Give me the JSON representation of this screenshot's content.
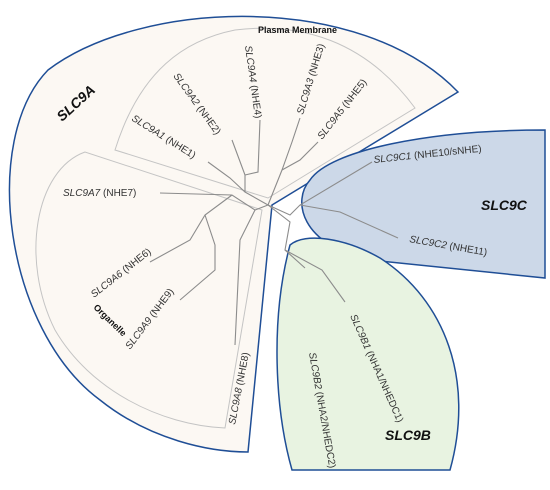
{
  "clades": {
    "slc9a": {
      "label": "SLC9A",
      "fill": "#fcf8f3",
      "stroke": "#1f4e96"
    },
    "slc9b": {
      "label": "SLC9B",
      "fill": "#e8f3e1",
      "stroke": "#1f4e96"
    },
    "slc9c": {
      "label": "SLC9C",
      "fill": "#ccd8e8",
      "stroke": "#1f4e96"
    }
  },
  "subgroups": {
    "plasma_membrane": "Plasma Membrane",
    "organelle": "Organelle"
  },
  "genes": {
    "slc9a1": {
      "gene": "SLC9A1",
      "protein": " (NHE1)"
    },
    "slc9a2": {
      "gene": "SLC9A2",
      "protein": " (NHE2)"
    },
    "slc9a4": {
      "gene": "SLC9A4",
      "protein": " (NHE4)"
    },
    "slc9a3": {
      "gene": "SLC9A3",
      "protein": " (NHE3)"
    },
    "slc9a5": {
      "gene": "SLC9A5",
      "protein": " (NHE5)"
    },
    "slc9a7": {
      "gene": "SLC9A7",
      "protein": " (NHE7)"
    },
    "slc9a6": {
      "gene": "SLC9A6",
      "protein": " (NHE6)"
    },
    "slc9a9": {
      "gene": "SLC9A9",
      "protein": " (NHE9)"
    },
    "slc9a8": {
      "gene": "SLC9A8",
      "protein": " (NHE8)"
    },
    "slc9c1": {
      "gene": "SLC9C1",
      "protein": " (NHE10/sNHE)"
    },
    "slc9c2": {
      "gene": "SLC9C2",
      "protein": " (NHE11)"
    },
    "slc9b1": {
      "gene": "SLC9B1",
      "protein": " (NHA1/NHEDC1)"
    },
    "slc9b2": {
      "gene": "SLC9B2",
      "protein": " (NHA2/NHEDC2)"
    }
  }
}
